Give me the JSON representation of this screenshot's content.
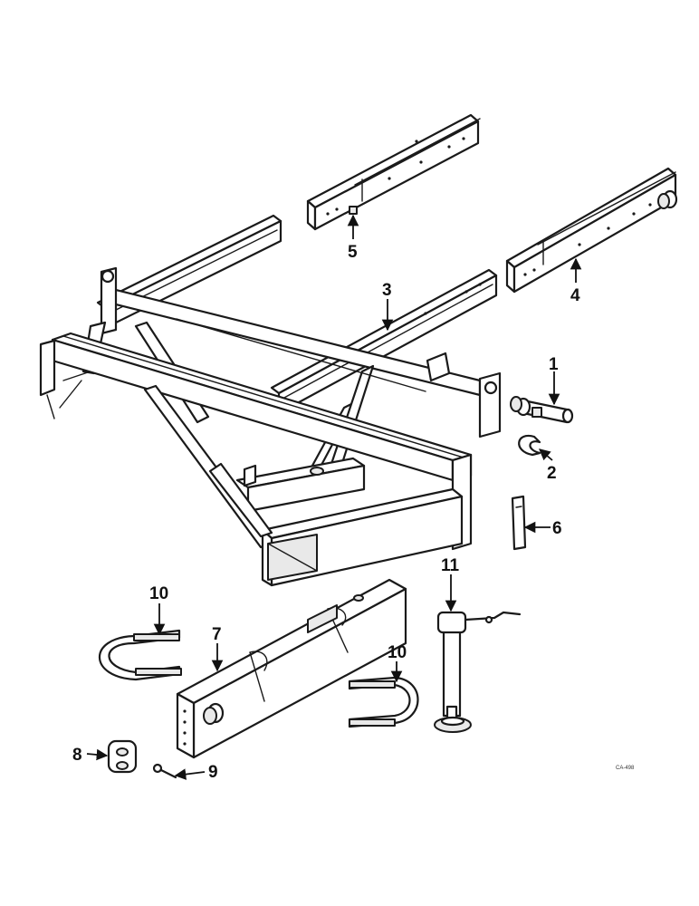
{
  "callouts": {
    "c1": "1",
    "c2": "2",
    "c3": "3",
    "c4": "4",
    "c5": "5",
    "c6": "6",
    "c7": "7",
    "c8": "8",
    "c9": "9",
    "c10a": "10",
    "c10b": "10",
    "c11": "11"
  },
  "figure_code": "CA-498",
  "colors": {
    "ink": "#1a1a1a",
    "paper": "#ffffff"
  }
}
